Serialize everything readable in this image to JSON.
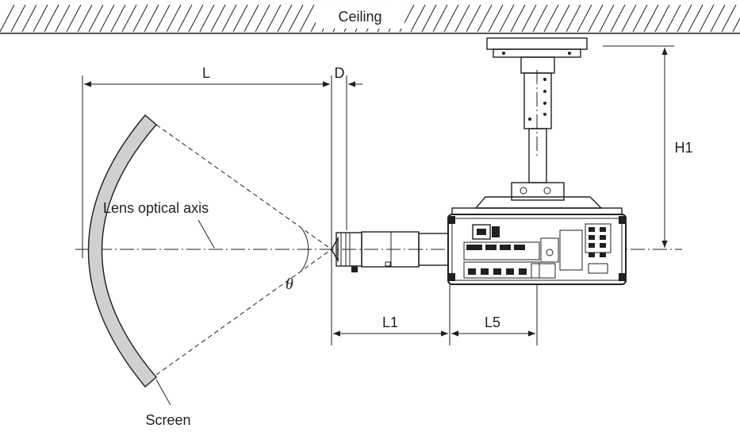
{
  "diagram": {
    "ceiling_label": "Ceiling",
    "screen_label": "Screen",
    "axis_label": "Lens optical axis",
    "angle_label": "θ",
    "dimensions": {
      "L": "L",
      "D": "D",
      "H1": "H1",
      "L1": "L1",
      "L5": "L5"
    }
  }
}
